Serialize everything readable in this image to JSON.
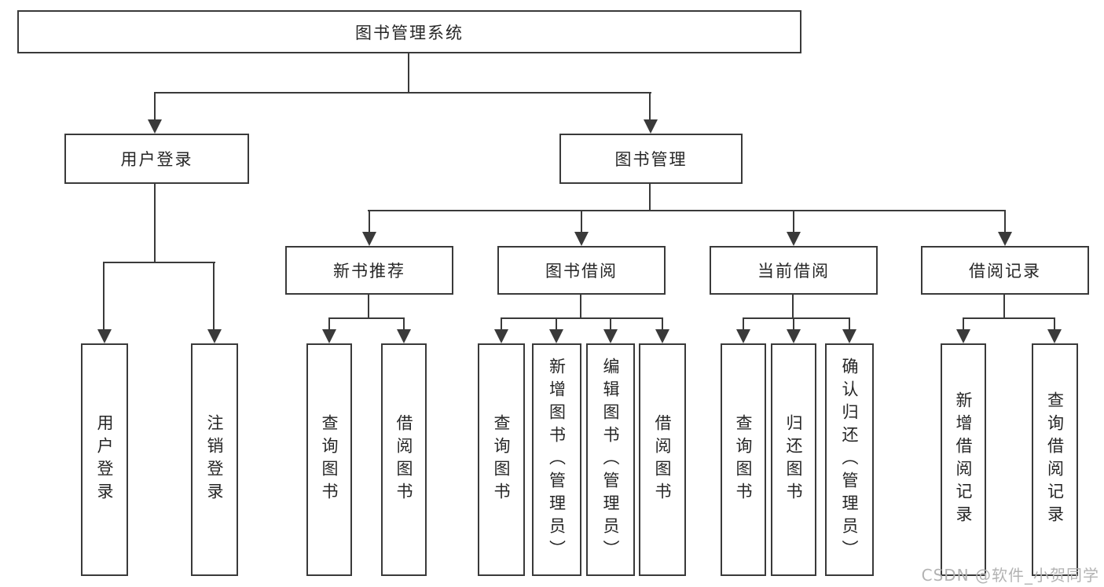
{
  "diagram_title": "图书管理系统",
  "tree": {
    "root": {
      "label": "图书管理系统",
      "children": [
        {
          "label": "用户登录",
          "children": [
            {
              "label": "用户登录"
            },
            {
              "label": "注销登录"
            }
          ]
        },
        {
          "label": "图书管理",
          "children": [
            {
              "label": "新书推荐",
              "children": [
                {
                  "label": "查询图书"
                },
                {
                  "label": "借阅图书"
                }
              ]
            },
            {
              "label": "图书借阅",
              "children": [
                {
                  "label": "查询图书"
                },
                {
                  "label": "新增图书（管理员）"
                },
                {
                  "label": "编辑图书（管理员）"
                },
                {
                  "label": "借阅图书"
                }
              ]
            },
            {
              "label": "当前借阅",
              "children": [
                {
                  "label": "查询图书"
                },
                {
                  "label": "归还图书"
                },
                {
                  "label": "确认归还（管理员）"
                }
              ]
            },
            {
              "label": "借阅记录",
              "children": [
                {
                  "label": "新增借阅记录"
                },
                {
                  "label": "查询借阅记录"
                }
              ]
            }
          ]
        }
      ]
    }
  },
  "watermark": {
    "text": "CSDN @软件_小贺同学"
  },
  "colors": {
    "line": "#3a3a3a",
    "text": "#262626",
    "background": "#ffffff",
    "watermark": "#b3b3b3"
  }
}
